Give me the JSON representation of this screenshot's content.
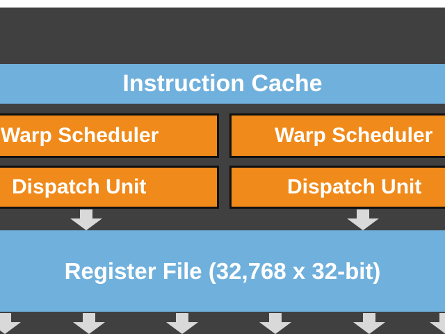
{
  "diagram": {
    "instruction_cache": "Instruction Cache",
    "warp_scheduler_left": "Warp Scheduler",
    "warp_scheduler_right": "Warp Scheduler",
    "dispatch_unit_left": "Dispatch Unit",
    "dispatch_unit_right": "Dispatch Unit",
    "register_file": "Register File (32,768 x 32-bit)"
  },
  "colors": {
    "frame": "#404040",
    "cache_and_register": "#70b0dc",
    "scheduler_and_dispatch": "#f08a1a",
    "arrow": "#d9d9d9"
  }
}
